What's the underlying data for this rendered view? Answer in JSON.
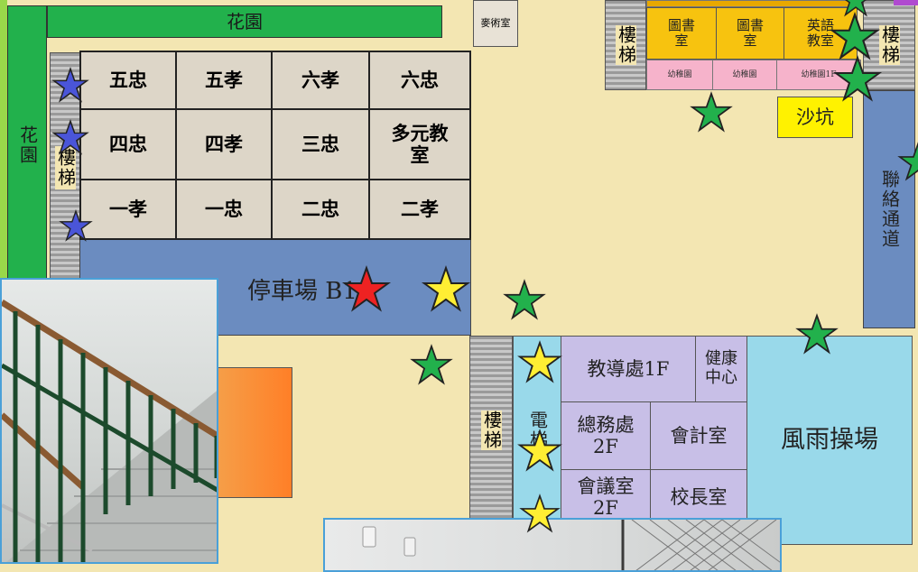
{
  "garden_top": "花園",
  "garden_left": "花園",
  "room_top_small": "麥術室",
  "stairs_left": "樓梯",
  "stairs_top_right": "樓梯",
  "stairs_right": "樓梯",
  "stairs_center": "樓梯",
  "classrooms": [
    [
      "五忠",
      "五孝",
      "六孝",
      "六忠"
    ],
    [
      "四忠",
      "四孝",
      "三忠",
      "多元教室"
    ],
    [
      "一孝",
      "一忠",
      "二忠",
      "二孝"
    ]
  ],
  "parking_label": "停車場 B1",
  "library_1": "圖書室",
  "library_2": "圖書室",
  "english_room": "英語教室",
  "kindergarten_1": "幼稚園",
  "kindergarten_2": "幼稚園",
  "kindergarten_3": "幼稚園1F",
  "sandpit": "沙坑",
  "corridor": "聯絡通道",
  "elevator": "電梯",
  "guidance_office": "教導處1F",
  "health_center": "健康中心",
  "general_affairs": "總務處2F",
  "accounting": "會計室",
  "meeting_room": "會議室2F",
  "principal_office": "校長室",
  "rain_playground": "風雨操場",
  "star_colors": {
    "green": "#22b14c",
    "yellow": "#ffee33",
    "red": "#ee2222",
    "blue": "#4a55d8"
  }
}
